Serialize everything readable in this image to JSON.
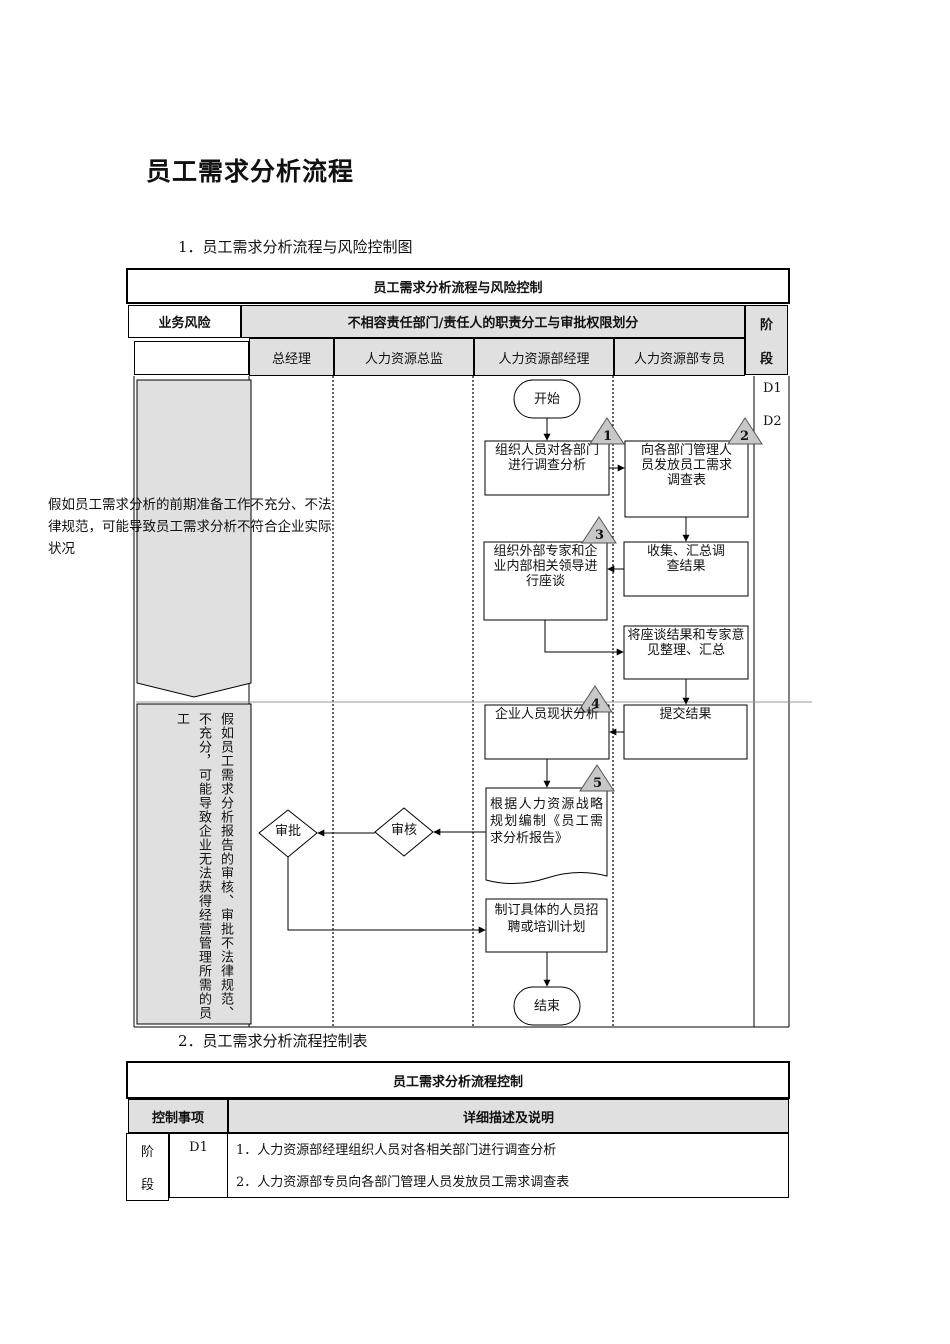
{
  "doc": {
    "title": "员工需求分析流程",
    "section1": "1．员工需求分析流程与风险控制图",
    "section2": "2．员工需求分析流程控制表"
  },
  "flow_table": {
    "title": "员工需求分析流程与风险控制",
    "col_risk": "业务风险",
    "col_duties": "不相容责任部门/责任人的职责分工与审批权限划分",
    "col_stage_1": "阶",
    "col_stage_2": "段",
    "roles": [
      "总经理",
      "人力资源总监",
      "人力资源部经理",
      "人力资源部专员"
    ],
    "stages": [
      "D1",
      "D2"
    ],
    "risk_1": "假如员工需求分析的前期准备工作不充分、不法律规范，可能导致员工需求分析不符合企业实际状况",
    "risk_2": "假如员工需求分析报告的审核、审批不法律规范、不充分，可能导致企业无法获得经营管理所需的员工"
  },
  "flow": {
    "start": "开始",
    "end": "结束",
    "step_survey": "组织人员对各部门进行调查分析",
    "step_distribute": "向各部门管理人员发放员工需求调查表",
    "step_collect": "收集、汇总调查结果",
    "step_forum": "组织外部专家和企业内部相关领导进行座谈",
    "step_organize": "将座谈结果和专家意见整理、汇总",
    "step_submit": "提交结果",
    "step_status": "企业人员现状分析",
    "step_report": "根据人力资源战略规划编制《员工需求分析报告》",
    "step_plan": "制订具体的人员招聘或培训计划",
    "review": "审核",
    "approve": "审批",
    "markers": [
      "1",
      "2",
      "3",
      "4",
      "5"
    ]
  },
  "control_table": {
    "title": "员工需求分析流程控制",
    "col_item": "控制事项",
    "col_desc": "详细描述及说明",
    "stage_1": "阶",
    "stage_2": "段",
    "stage_code": "D1",
    "lines": [
      "1．人力资源部经理组织人员对各相关部门进行调查分析",
      "2．人力资源部专员向各部门管理人员发放员工需求调查表"
    ]
  }
}
